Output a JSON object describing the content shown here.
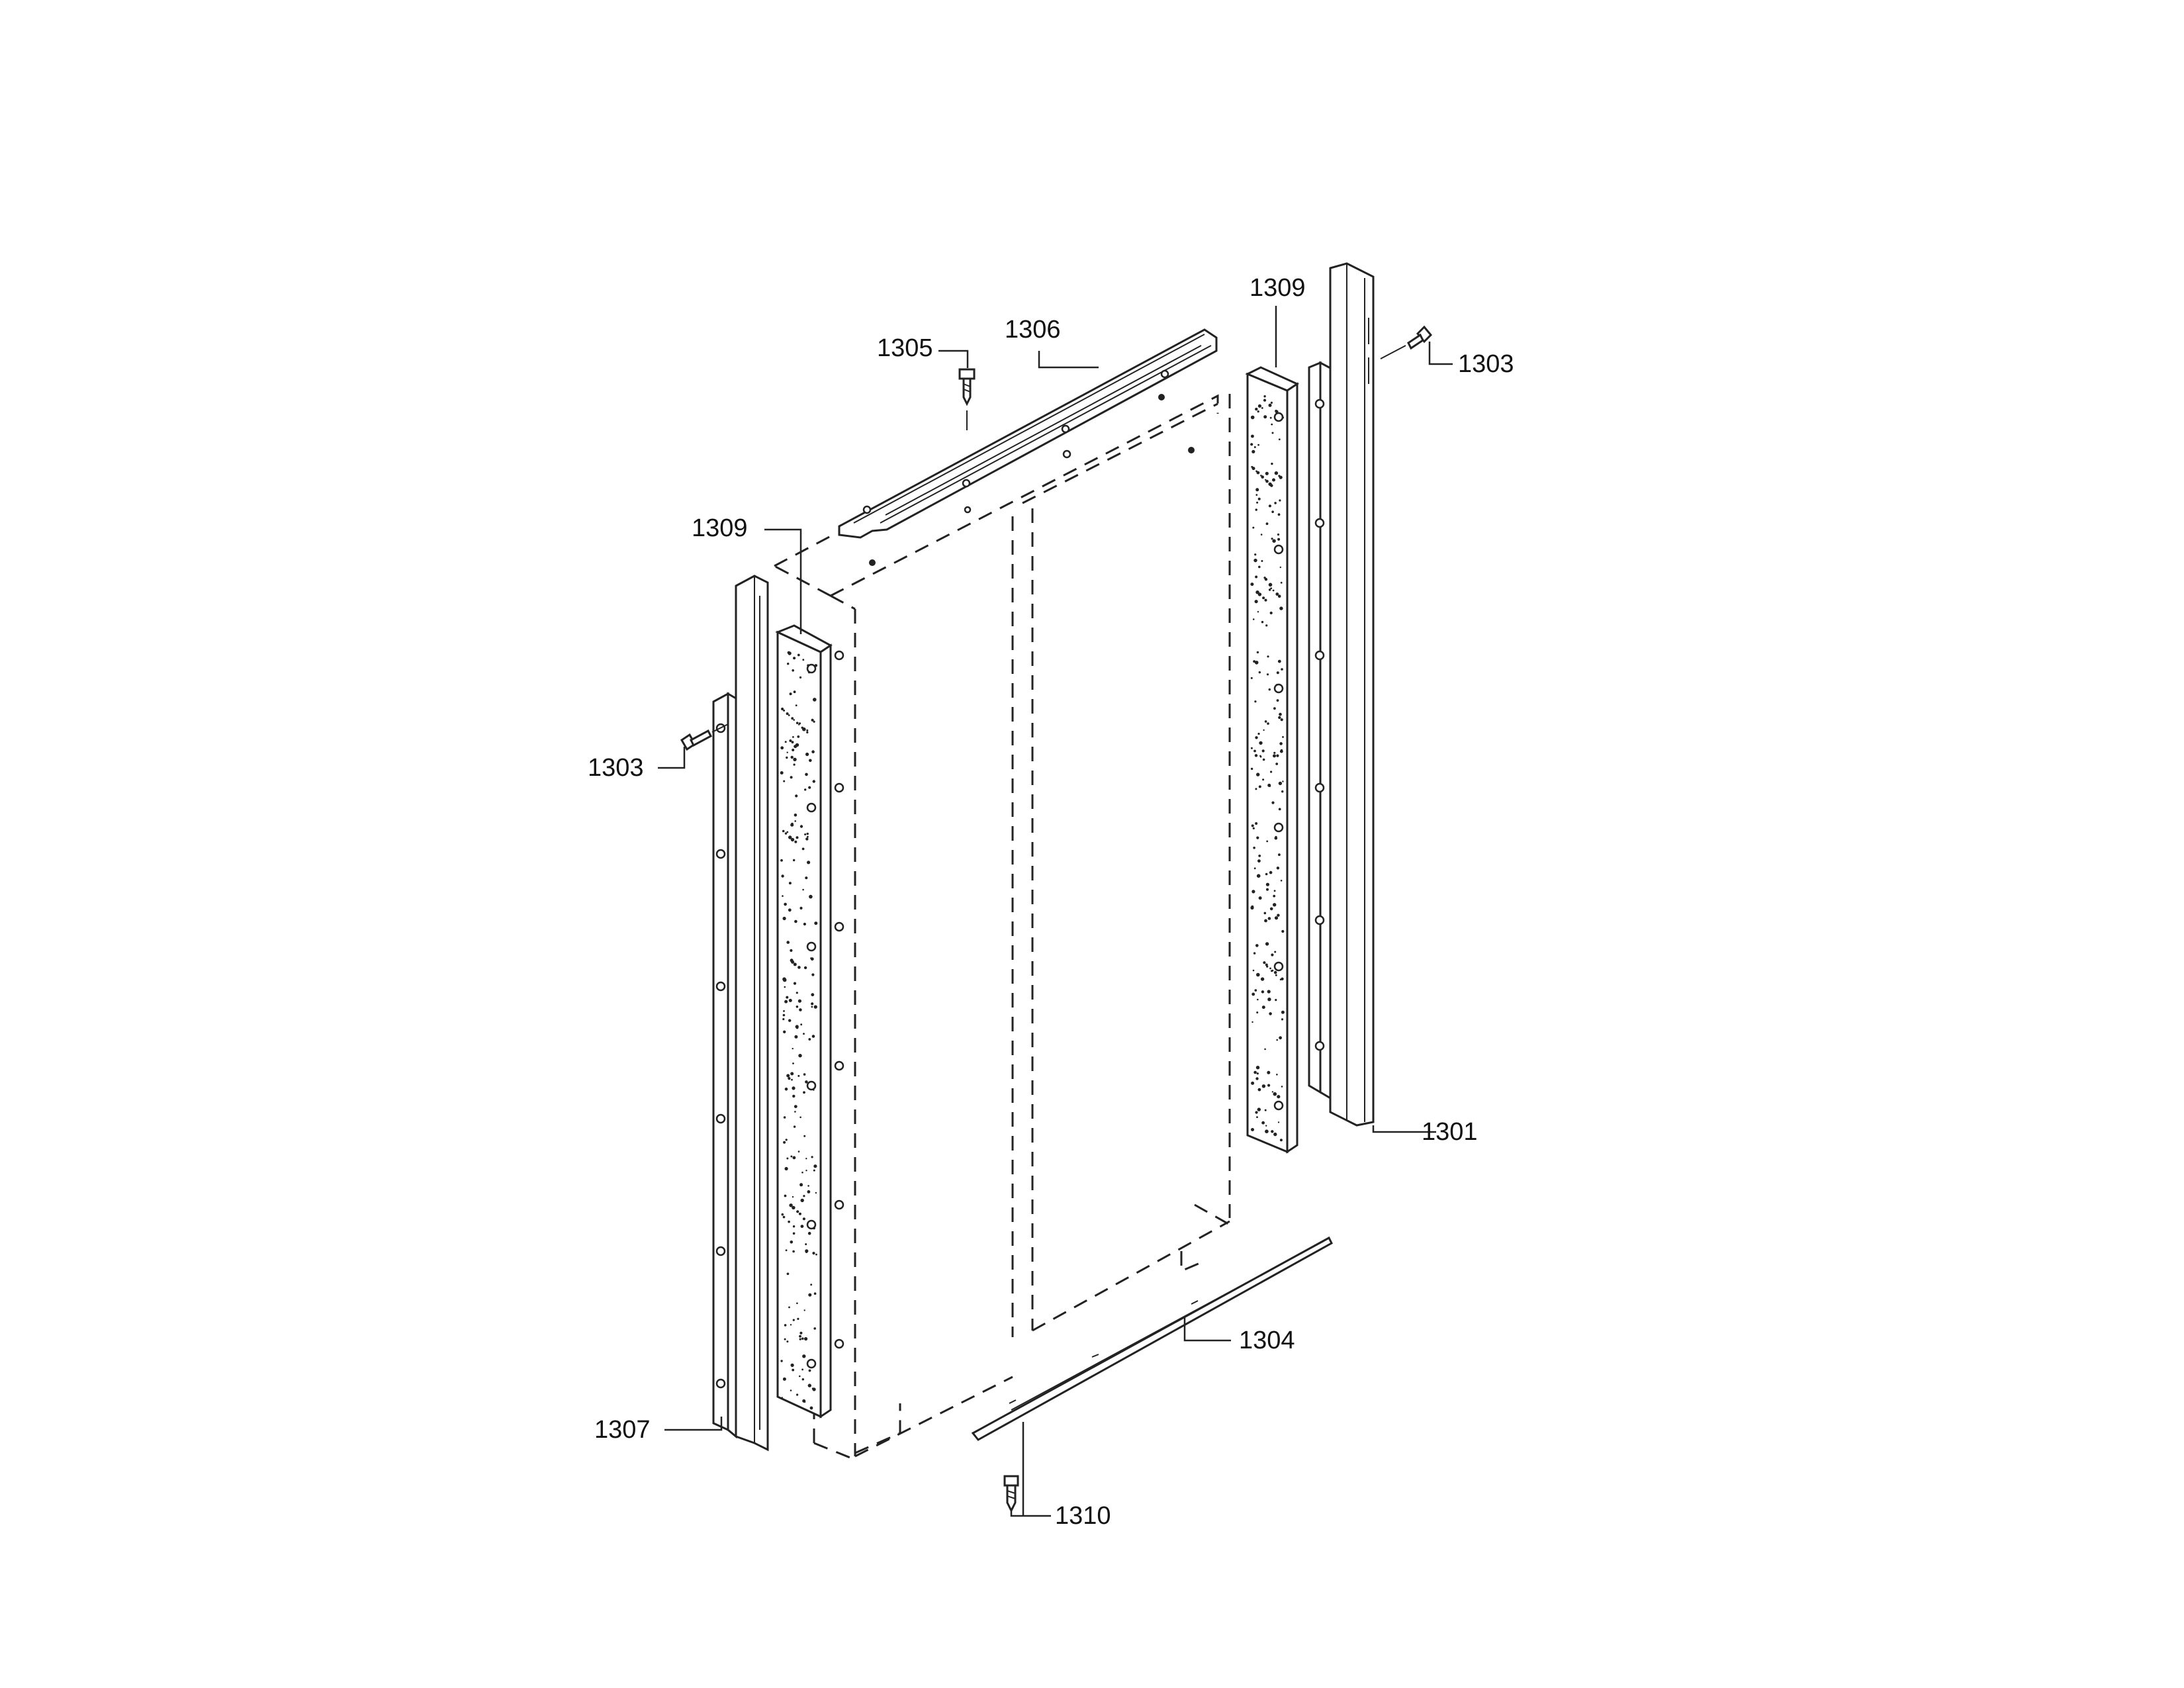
{
  "callouts": {
    "c1305": "1305",
    "c1306": "1306",
    "c1309_top": "1309",
    "c1303_right": "1303",
    "c1309_left": "1309",
    "c1303_left": "1303",
    "c1301": "1301",
    "c1304": "1304",
    "c1307": "1307",
    "c1310": "1310"
  }
}
